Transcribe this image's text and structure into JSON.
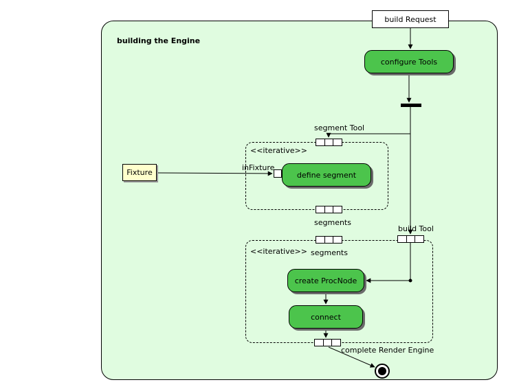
{
  "diagram": {
    "title": "building the Engine",
    "nodes": {
      "build_request": "build Request",
      "configure_tools": "configure Tools",
      "fixture": "Fixture",
      "define_segment": "define segment",
      "create_procnode": "create ProcNode",
      "connect": "connect"
    },
    "labels": {
      "segment_tool": "segment Tool",
      "in_fixture": "inFixture",
      "segments_out": "segments",
      "segments_in": "segments",
      "build_tool": "build Tool",
      "iterative_define": "<<iterative>>",
      "iterative_build": "<<iterative>>",
      "complete_render_engine": "complete Render Engine"
    },
    "colors": {
      "frame_fill": "#e0fce0",
      "activity_fill": "#4cc44c",
      "note_fill": "#ffffcc"
    }
  }
}
